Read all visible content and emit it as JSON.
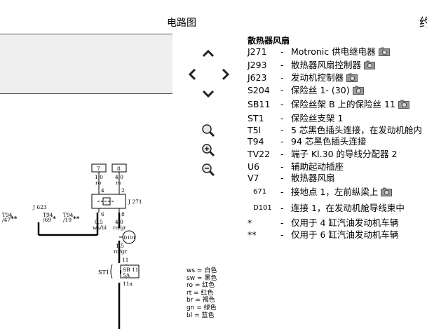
{
  "header": {
    "title": "电路图",
    "edge_char": "约"
  },
  "nav": [
    "chevron-up-icon",
    "chevron-left-icon",
    "chevron-right-icon",
    "chevron-down-icon"
  ],
  "zoom": [
    "zoom-icon",
    "zoom-in-icon",
    "zoom-out-icon"
  ],
  "legend": {
    "title": "散热器风扇",
    "items": [
      {
        "code": "J271",
        "desc": "Motronic 供电继电器",
        "photo": true
      },
      {
        "code": "J293",
        "desc": "散热器风扇控制器",
        "photo": true
      },
      {
        "code": "J623",
        "desc": "发动机控制器",
        "photo": true
      },
      {
        "code": "S204",
        "desc": "保险丝 1- (30)",
        "photo": true
      },
      {
        "code": "SB11",
        "desc": "保险丝架 B 上的保险丝 11",
        "photo": true
      },
      {
        "code": "ST1",
        "desc": "保险丝支架 1",
        "photo": false
      },
      {
        "code": "T5l",
        "desc": "5 芯黑色插头连接，在发动机舱内",
        "photo": false
      },
      {
        "code": "T94",
        "desc": "94 芯黑色插头连接",
        "photo": false
      },
      {
        "code": "TV22",
        "desc": "端子 Kl.30 的导线分配器 2",
        "photo": false
      },
      {
        "code": "U6",
        "desc": "辅助起动插座",
        "photo": false
      },
      {
        "code": "V7",
        "desc": "散热器风扇",
        "photo": false
      },
      {
        "code": "671",
        "desc": "接地点 1，左前纵梁上",
        "photo": true
      },
      {
        "code": "D101",
        "desc": "连接 1，在发动机舱导线束中",
        "photo": false
      },
      {
        "code": "*",
        "desc": "仅用于 4 缸汽油发动机车辆",
        "photo": false
      },
      {
        "code": "**",
        "desc": "仅用于 6 缸汽油发动机车辆",
        "photo": false
      }
    ]
  },
  "colors": [
    "ws = 白色",
    "sw = 黑色",
    "ro = 红色",
    "rt = 红色",
    "br = 褐色",
    "gn = 绿色",
    "bl = 蓝色"
  ],
  "diagram": {
    "box7": "7",
    "box8": "8",
    "w1a": "1,0",
    "w1b": "ro",
    "w2a": "4,0",
    "w2b": "ro",
    "p4": "4",
    "p2": "2",
    "j271": "J 271",
    "p6": "6",
    "p8": "8",
    "w3a": "0,5",
    "w3b": "ws/bl",
    "w4a": "4,0",
    "w4b": "ro/gr",
    "j623": "J 623",
    "t94a": "T94",
    "t94a2": "/47",
    "ast1": "**",
    "t94b": "T94",
    "t94b2": "/69",
    "ast2": "*",
    "t94c": "T94",
    "t94c2": "/19",
    "ast3": "**",
    "d101": "D101",
    "w5a": "1,5",
    "w5b": "ro/gr",
    "p11": "11",
    "st1": "ST1",
    "sb11": "SB 11",
    "amp": "5A",
    "p11a": "11a"
  }
}
